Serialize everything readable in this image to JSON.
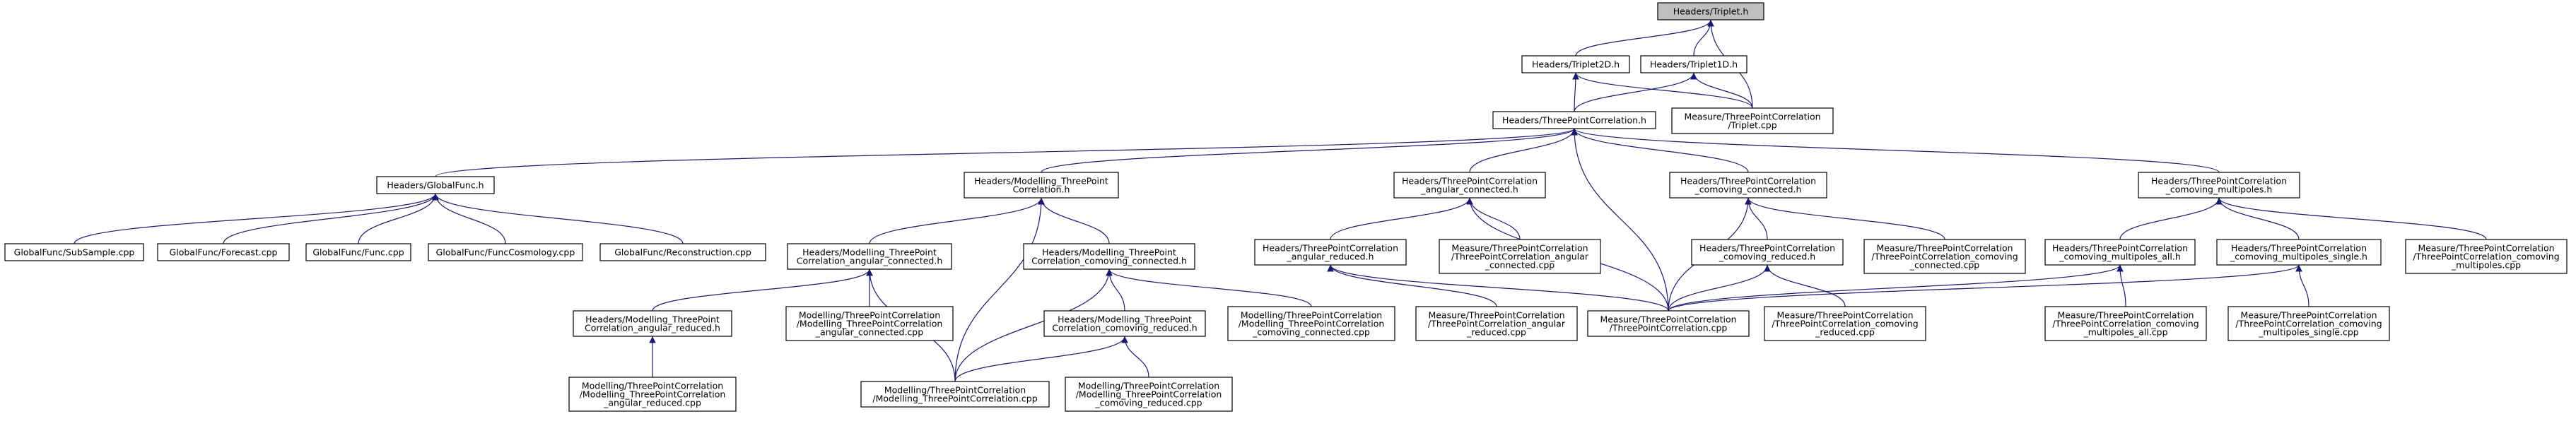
{
  "graph": {
    "highlight_color": "#bfbfbf",
    "edge_color": "#191970",
    "nodes": [
      {
        "id": "triplet_h",
        "lines": [
          "Headers/Triplet.h"
        ],
        "highlight": true
      },
      {
        "id": "triplet2d_h",
        "lines": [
          "Headers/Triplet2D.h"
        ]
      },
      {
        "id": "triplet1d_h",
        "lines": [
          "Headers/Triplet1D.h"
        ]
      },
      {
        "id": "tpc_h",
        "lines": [
          "Headers/ThreePointCorrelation.h"
        ]
      },
      {
        "id": "m_triplet_cpp",
        "lines": [
          "Measure/ThreePointCorrelation",
          "/Triplet.cpp"
        ]
      },
      {
        "id": "globalfunc_h",
        "lines": [
          "Headers/GlobalFunc.h"
        ]
      },
      {
        "id": "mod_tpc_h",
        "lines": [
          "Headers/Modelling_ThreePoint",
          "Correlation.h"
        ]
      },
      {
        "id": "tpc_ang_conn_h",
        "lines": [
          "Headers/ThreePointCorrelation",
          "_angular_connected.h"
        ]
      },
      {
        "id": "tpc_com_conn_h",
        "lines": [
          "Headers/ThreePointCorrelation",
          "_comoving_connected.h"
        ]
      },
      {
        "id": "tpc_com_mult_h",
        "lines": [
          "Headers/ThreePointCorrelation",
          "_comoving_multipoles.h"
        ]
      },
      {
        "id": "gf_subsample",
        "lines": [
          "GlobalFunc/SubSample.cpp"
        ]
      },
      {
        "id": "gf_forecast",
        "lines": [
          "GlobalFunc/Forecast.cpp"
        ]
      },
      {
        "id": "gf_func",
        "lines": [
          "GlobalFunc/Func.cpp"
        ]
      },
      {
        "id": "gf_funccosmo",
        "lines": [
          "GlobalFunc/FuncCosmology.cpp"
        ]
      },
      {
        "id": "gf_recon",
        "lines": [
          "GlobalFunc/Reconstruction.cpp"
        ]
      },
      {
        "id": "mod_tpc_ang_conn_h",
        "lines": [
          "Headers/Modelling_ThreePoint",
          "Correlation_angular_connected.h"
        ]
      },
      {
        "id": "mod_tpc_com_conn_h",
        "lines": [
          "Headers/Modelling_ThreePoint",
          "Correlation_comoving_connected.h"
        ]
      },
      {
        "id": "tpc_ang_red_h",
        "lines": [
          "Headers/ThreePointCorrelation",
          "_angular_reduced.h"
        ]
      },
      {
        "id": "m_tpc_ang_conn_cpp",
        "lines": [
          "Measure/ThreePointCorrelation",
          "/ThreePointCorrelation_angular",
          "_connected.cpp"
        ]
      },
      {
        "id": "tpc_com_red_h",
        "lines": [
          "Headers/ThreePointCorrelation",
          "_comoving_reduced.h"
        ]
      },
      {
        "id": "m_tpc_com_conn_cpp",
        "lines": [
          "Measure/ThreePointCorrelation",
          "/ThreePointCorrelation_comoving",
          "_connected.cpp"
        ]
      },
      {
        "id": "tpc_com_mult_all_h",
        "lines": [
          "Headers/ThreePointCorrelation",
          "_comoving_multipoles_all.h"
        ]
      },
      {
        "id": "tpc_com_mult_single_h",
        "lines": [
          "Headers/ThreePointCorrelation",
          "_comoving_multipoles_single.h"
        ]
      },
      {
        "id": "m_tpc_com_mult_cpp",
        "lines": [
          "Measure/ThreePointCorrelation",
          "/ThreePointCorrelation_comoving",
          "_multipoles.cpp"
        ]
      },
      {
        "id": "mod_tpc_ang_red_h",
        "lines": [
          "Headers/Modelling_ThreePoint",
          "Correlation_angular_reduced.h"
        ]
      },
      {
        "id": "mod_tpc_ang_conn_cpp",
        "lines": [
          "Modelling/ThreePointCorrelation",
          "/Modelling_ThreePointCorrelation",
          "_angular_connected.cpp"
        ]
      },
      {
        "id": "mod_tpc_com_red_h",
        "lines": [
          "Headers/Modelling_ThreePoint",
          "Correlation_comoving_reduced.h"
        ]
      },
      {
        "id": "mod_tpc_com_conn_cpp",
        "lines": [
          "Modelling/ThreePointCorrelation",
          "/Modelling_ThreePointCorrelation",
          "_comoving_connected.cpp"
        ]
      },
      {
        "id": "m_tpc_ang_red_cpp",
        "lines": [
          "Measure/ThreePointCorrelation",
          "/ThreePointCorrelation_angular",
          "_reduced.cpp"
        ]
      },
      {
        "id": "m_tpc_cpp",
        "lines": [
          "Measure/ThreePointCorrelation",
          "/ThreePointCorrelation.cpp"
        ]
      },
      {
        "id": "m_tpc_com_red_cpp",
        "lines": [
          "Measure/ThreePointCorrelation",
          "/ThreePointCorrelation_comoving",
          "_reduced.cpp"
        ]
      },
      {
        "id": "m_tpc_com_mult_all_cpp",
        "lines": [
          "Measure/ThreePointCorrelation",
          "/ThreePointCorrelation_comoving",
          "_multipoles_all.cpp"
        ]
      },
      {
        "id": "m_tpc_com_mult_single_cpp",
        "lines": [
          "Measure/ThreePointCorrelation",
          "/ThreePointCorrelation_comoving",
          "_multipoles_single.cpp"
        ]
      },
      {
        "id": "mod_tpc_ang_red_cpp",
        "lines": [
          "Modelling/ThreePointCorrelation",
          "/Modelling_ThreePointCorrelation",
          "_angular_reduced.cpp"
        ]
      },
      {
        "id": "mod_tpc_cpp",
        "lines": [
          "Modelling/ThreePointCorrelation",
          "/Modelling_ThreePointCorrelation.cpp"
        ]
      },
      {
        "id": "mod_tpc_com_red_cpp",
        "lines": [
          "Modelling/ThreePointCorrelation",
          "/Modelling_ThreePointCorrelation",
          "_comoving_reduced.cpp"
        ]
      }
    ],
    "edges": [
      [
        "triplet_h",
        "triplet2d_h"
      ],
      [
        "triplet_h",
        "triplet1d_h"
      ],
      [
        "triplet_h",
        "m_triplet_cpp"
      ],
      [
        "triplet2d_h",
        "tpc_h"
      ],
      [
        "triplet2d_h",
        "m_triplet_cpp"
      ],
      [
        "triplet1d_h",
        "tpc_h"
      ],
      [
        "triplet1d_h",
        "m_triplet_cpp"
      ],
      [
        "tpc_h",
        "globalfunc_h"
      ],
      [
        "tpc_h",
        "mod_tpc_h"
      ],
      [
        "tpc_h",
        "tpc_ang_conn_h"
      ],
      [
        "tpc_h",
        "tpc_com_conn_h"
      ],
      [
        "tpc_h",
        "tpc_com_mult_h"
      ],
      [
        "tpc_h",
        "m_tpc_cpp"
      ],
      [
        "globalfunc_h",
        "gf_subsample"
      ],
      [
        "globalfunc_h",
        "gf_forecast"
      ],
      [
        "globalfunc_h",
        "gf_func"
      ],
      [
        "globalfunc_h",
        "gf_funccosmo"
      ],
      [
        "globalfunc_h",
        "gf_recon"
      ],
      [
        "mod_tpc_h",
        "mod_tpc_ang_conn_h"
      ],
      [
        "mod_tpc_h",
        "mod_tpc_com_conn_h"
      ],
      [
        "mod_tpc_h",
        "mod_tpc_cpp"
      ],
      [
        "mod_tpc_ang_conn_h",
        "mod_tpc_ang_red_h"
      ],
      [
        "mod_tpc_ang_conn_h",
        "mod_tpc_ang_conn_cpp"
      ],
      [
        "mod_tpc_ang_conn_h",
        "mod_tpc_cpp"
      ],
      [
        "mod_tpc_ang_red_h",
        "mod_tpc_ang_red_cpp"
      ],
      [
        "mod_tpc_com_conn_h",
        "mod_tpc_com_red_h"
      ],
      [
        "mod_tpc_com_conn_h",
        "mod_tpc_com_conn_cpp"
      ],
      [
        "mod_tpc_com_conn_h",
        "mod_tpc_cpp"
      ],
      [
        "mod_tpc_com_red_h",
        "mod_tpc_com_red_cpp"
      ],
      [
        "mod_tpc_com_red_h",
        "mod_tpc_cpp"
      ],
      [
        "tpc_ang_conn_h",
        "tpc_ang_red_h"
      ],
      [
        "tpc_ang_conn_h",
        "m_tpc_ang_conn_cpp"
      ],
      [
        "tpc_ang_conn_h",
        "m_tpc_cpp"
      ],
      [
        "tpc_ang_red_h",
        "m_tpc_ang_red_cpp"
      ],
      [
        "tpc_ang_red_h",
        "m_tpc_cpp"
      ],
      [
        "tpc_com_conn_h",
        "tpc_com_red_h"
      ],
      [
        "tpc_com_conn_h",
        "m_tpc_com_conn_cpp"
      ],
      [
        "tpc_com_conn_h",
        "m_tpc_cpp"
      ],
      [
        "tpc_com_red_h",
        "m_tpc_com_red_cpp"
      ],
      [
        "tpc_com_red_h",
        "m_tpc_cpp"
      ],
      [
        "tpc_com_mult_h",
        "tpc_com_mult_all_h"
      ],
      [
        "tpc_com_mult_h",
        "tpc_com_mult_single_h"
      ],
      [
        "tpc_com_mult_h",
        "m_tpc_com_mult_cpp"
      ],
      [
        "tpc_com_mult_all_h",
        "m_tpc_com_mult_all_cpp"
      ],
      [
        "tpc_com_mult_all_h",
        "m_tpc_cpp"
      ],
      [
        "tpc_com_mult_single_h",
        "m_tpc_com_mult_single_cpp"
      ],
      [
        "tpc_com_mult_single_h",
        "m_tpc_cpp"
      ]
    ]
  }
}
